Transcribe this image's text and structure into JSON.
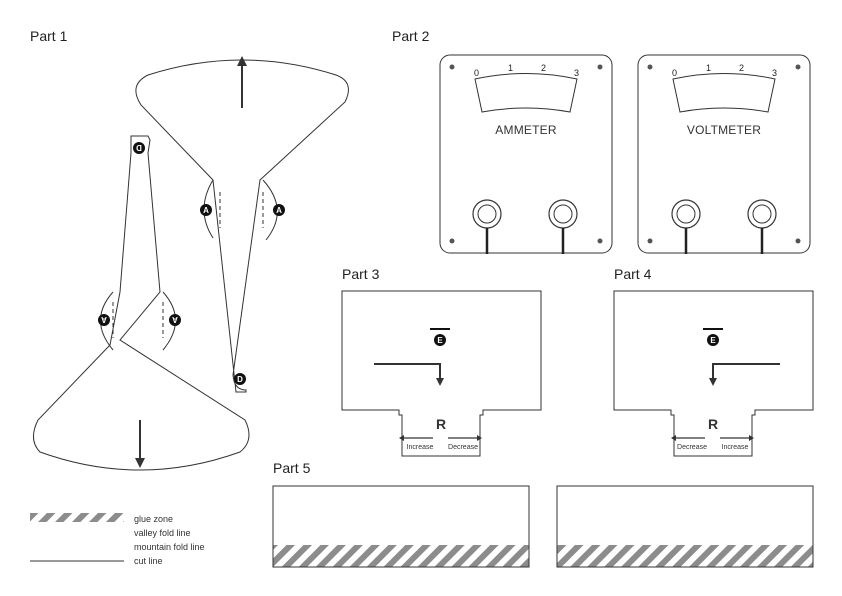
{
  "parts": {
    "part1": "Part 1",
    "part2": "Part 2",
    "part3": "Part 3",
    "part4": "Part 4",
    "part5": "Part 5"
  },
  "markers": {
    "a": "A",
    "d": "D",
    "e": "E"
  },
  "meters": {
    "ammeter": {
      "label": "AMMETER",
      "ticks": [
        "0",
        "1",
        "2",
        "3"
      ]
    },
    "voltmeter": {
      "label": "VOLTMETER",
      "ticks": [
        "0",
        "1",
        "2",
        "3"
      ]
    }
  },
  "resistor": {
    "letter": "R",
    "part3": {
      "left": "Increase",
      "right": "Decrease"
    },
    "part4": {
      "left": "Decrease",
      "right": "Increase"
    }
  },
  "legend": {
    "glue": "glue zone",
    "valley": "valley fold line",
    "mountain": "mountain fold line",
    "cut": "cut line"
  },
  "colors": {
    "ink": "#333333",
    "hatch": "#8c8c8c"
  }
}
